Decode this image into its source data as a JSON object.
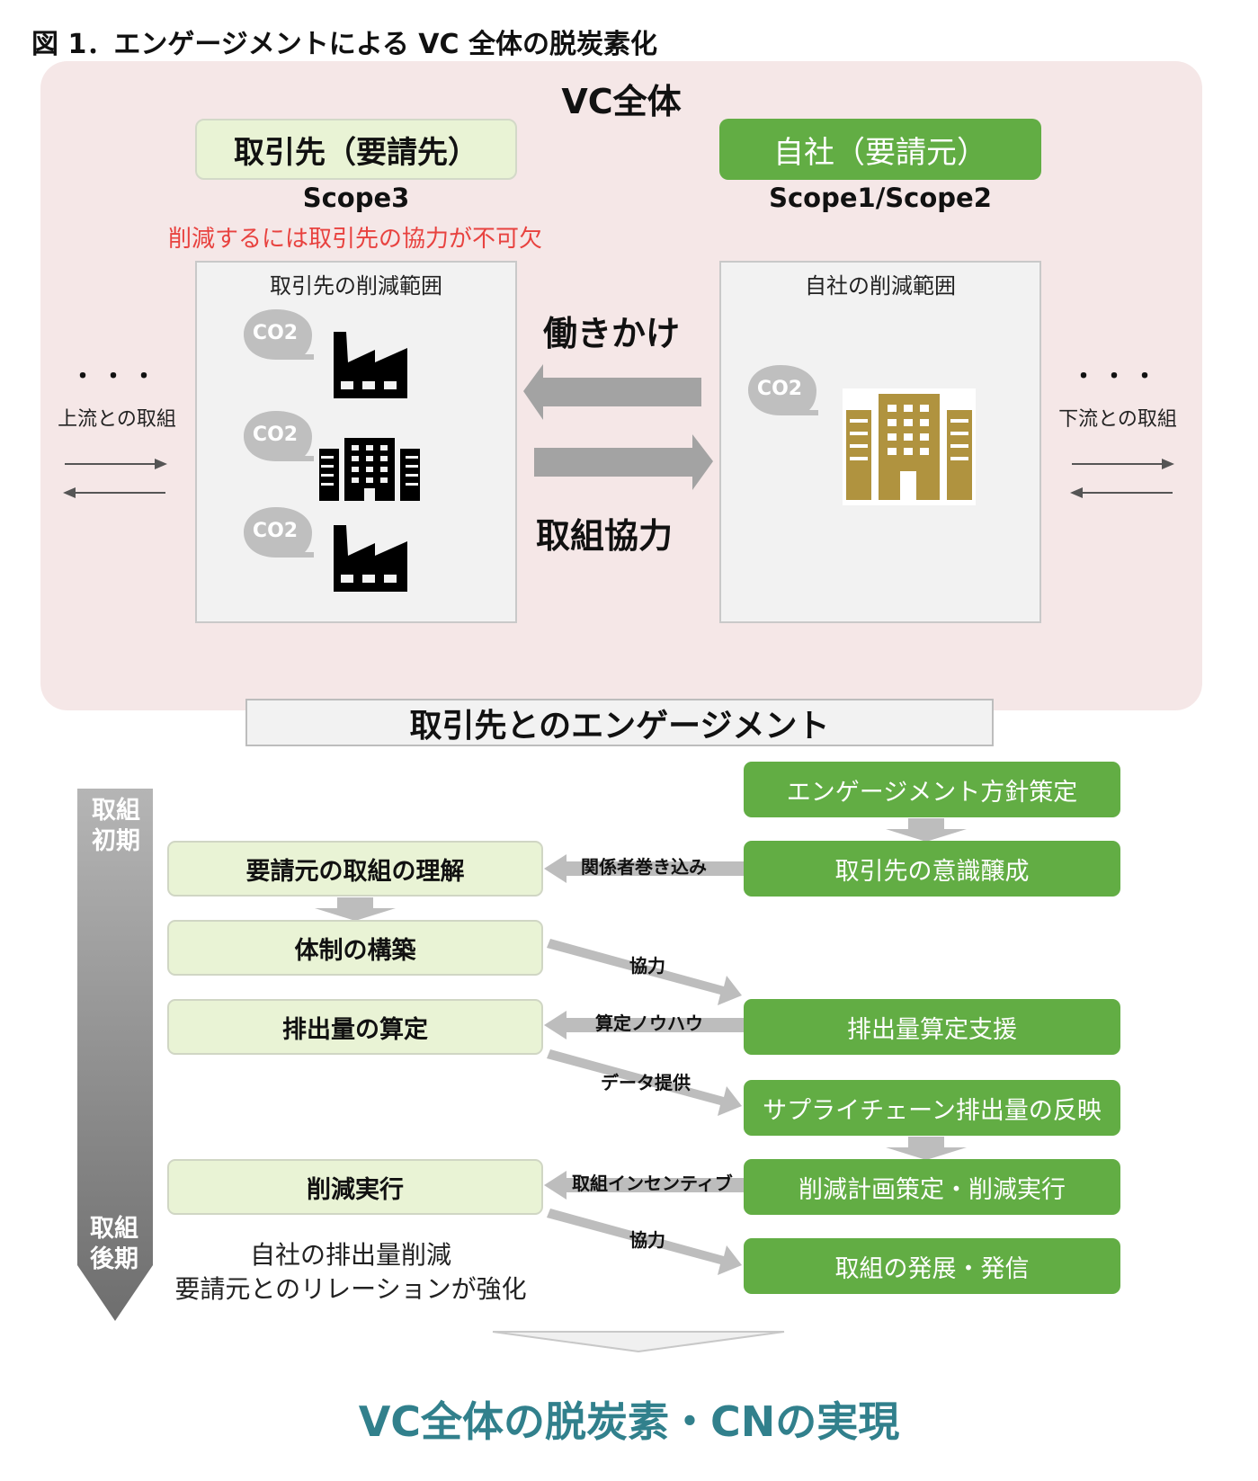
{
  "figure": {
    "title": "図 1．エンゲージメントによる VC 全体の脱炭素化"
  },
  "vc_panel": {
    "title": "VC全体",
    "supplier": {
      "header": "取引先（要請先）",
      "scope": "Scope3",
      "note": "削減するには取引先の協力が不可欠",
      "range_title": "取引先の削減範囲",
      "emitters": [
        {
          "label": "CO2",
          "icon": "factory-icon"
        },
        {
          "label": "CO2",
          "icon": "office-building-icon"
        },
        {
          "label": "CO2",
          "icon": "factory-icon"
        }
      ]
    },
    "company": {
      "header": "自社（要請元）",
      "scope": "Scope1/Scope2",
      "range_title": "自社の削減範囲",
      "emitter": {
        "label": "CO2",
        "icon": "office-building-icon"
      }
    },
    "arrows": {
      "to_supplier": "働きかけ",
      "to_company": "取組協力"
    },
    "upstream": {
      "dots": "・・・",
      "label": "上流との取組"
    },
    "downstream": {
      "dots": "・・・",
      "label": "下流との取組"
    }
  },
  "engagement": {
    "title": "取引先とのエンゲージメント",
    "phase_start": "取組\n初期",
    "phase_start_lines": [
      "取組",
      "初期"
    ],
    "phase_end_lines": [
      "取組",
      "後期"
    ],
    "supplier_steps": [
      "要請元の取組の理解",
      "体制の構築",
      "排出量の算定",
      "削減実行"
    ],
    "company_steps": [
      "エンゲージメント方針策定",
      "取引先の意識醸成",
      "排出量算定支援",
      "サプライチェーン排出量の反映",
      "削減計画策定・削減実行",
      "取組の発展・発信"
    ],
    "flows": [
      "関係者巻き込み",
      "協力",
      "算定ノウハウ",
      "データ提供",
      "取組インセンティブ",
      "協力"
    ],
    "result_lines": [
      "自社の排出量削減",
      "要請元とのリレーションが強化"
    ]
  },
  "conclusion": "VC全体の脱炭素・CNの実現",
  "colors": {
    "panel_bg": "#f5e7e7",
    "green": "#62ad44",
    "light_green": "#e9f3d5",
    "red_note": "#e8423f",
    "teal_conclusion": "#31808c",
    "gold_building": "#b0933f",
    "arrow_gray": "#bdbdbd"
  }
}
